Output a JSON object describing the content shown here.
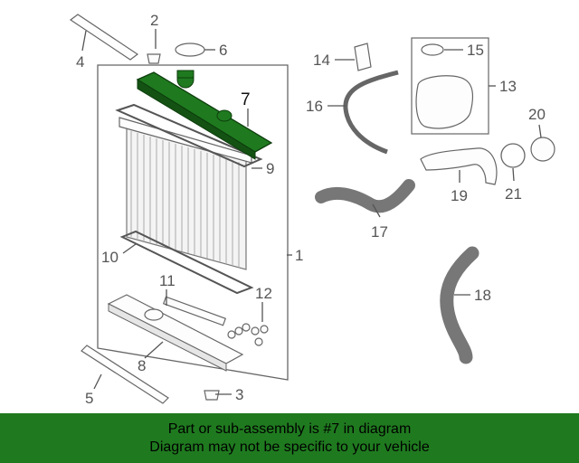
{
  "diagram": {
    "callouts": [
      "1",
      "2",
      "3",
      "4",
      "5",
      "6",
      "7",
      "8",
      "9",
      "10",
      "11",
      "12",
      "13",
      "14",
      "15",
      "16",
      "17",
      "18",
      "19",
      "20",
      "21"
    ],
    "highlighted_callout": "7",
    "colors": {
      "highlight": "#1f7a1f",
      "banner": "#1f7a1f",
      "line": "#555555"
    }
  },
  "banner": {
    "line1": "Part or sub-assembly is #7 in diagram",
    "line2": "Diagram may not be specific to your vehicle"
  }
}
